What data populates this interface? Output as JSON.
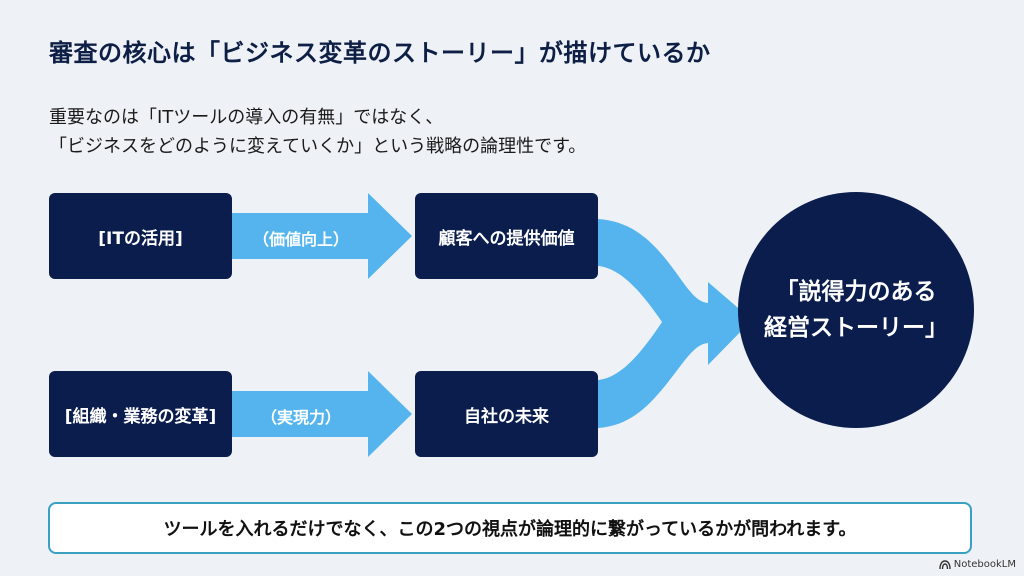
{
  "title": "審査の核心は「ビジネス変革のストーリー」が描けているか",
  "subtitle": {
    "line1": "重要なのは「ITツールの導入の有無」ではなく、",
    "line2": "「ビジネスをどのように変えていくか」という戦略の論理性です。"
  },
  "flow": {
    "top": {
      "source": "[ITの活用]",
      "arrow_label": "（価値向上）",
      "target": "顧客への提供価値"
    },
    "bottom": {
      "source": "[組織・業務の変革]",
      "arrow_label": "（実現力）",
      "target": "自社の未来"
    },
    "result": {
      "line1": "「説得力のある",
      "line2": "経営ストーリー」"
    }
  },
  "conclusion": "ツールを入れるだけでなく、この2つの視点が論理的に繋がっているかが問われます。",
  "watermark": "NotebookLM",
  "colors": {
    "navy": "#0a1d4d",
    "arrow_blue": "#55b4ee",
    "border_teal": "#3aa0c2",
    "background": "#eef2f6"
  }
}
